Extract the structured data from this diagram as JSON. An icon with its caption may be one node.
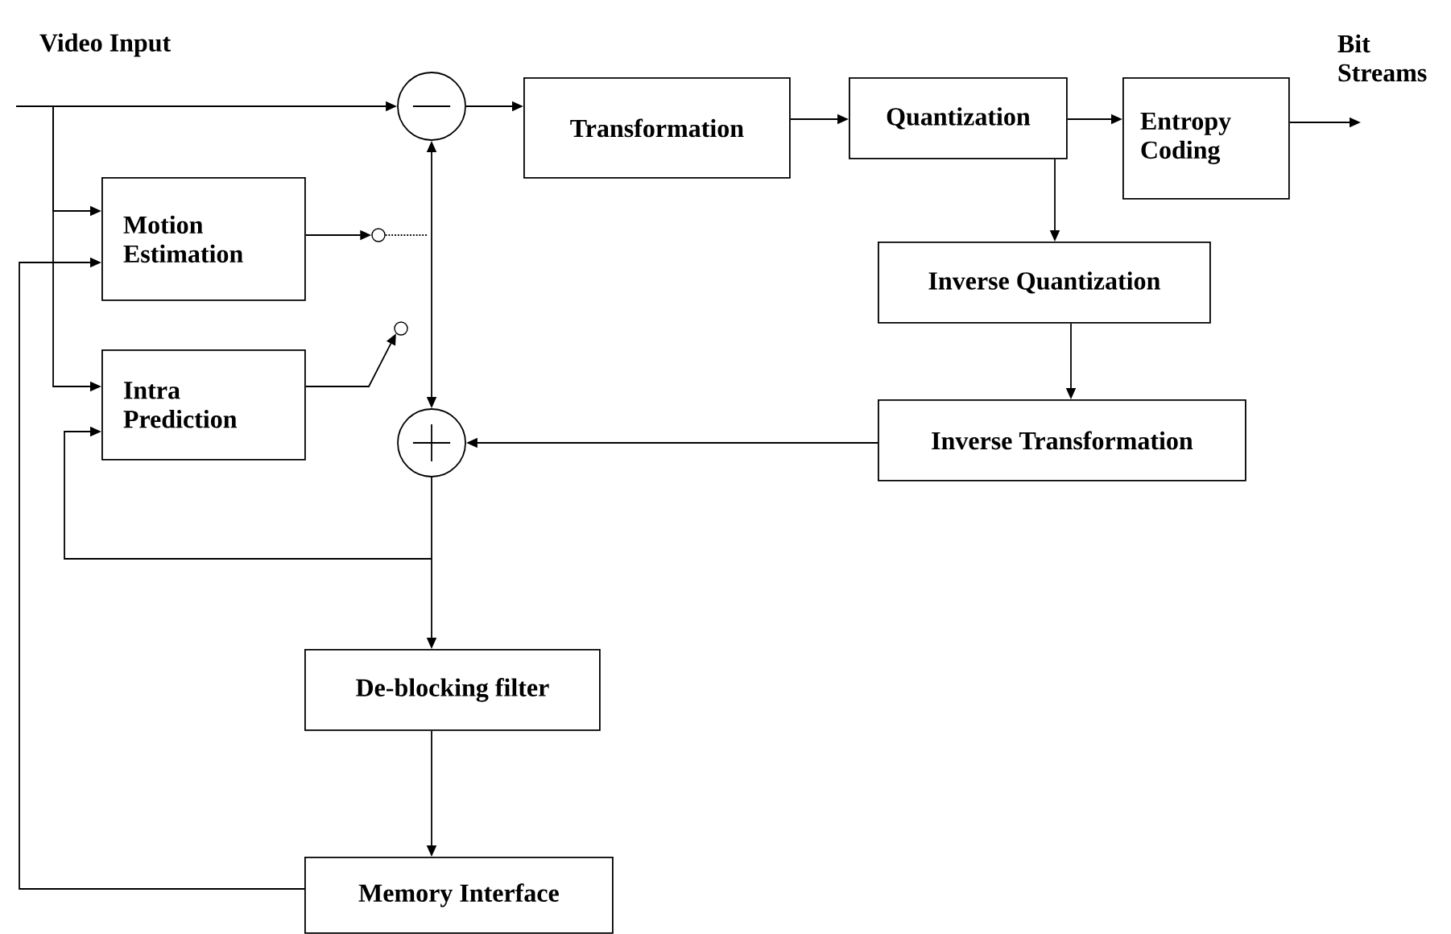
{
  "diagram": {
    "nodes": [
      {
        "text": [],
        "shape": "circle"
      },
      {
        "text": [
          "Transformation"
        ]
      },
      {
        "text": [
          "Quantization"
        ]
      },
      {
        "text": [
          "Entropy Coding"
        ]
      },
      {
        "text": [
          "Motion Estimation"
        ]
      },
      {
        "text": [
          "Intra Prediction"
        ]
      },
      {
        "text": [
          "Inverse Quantization"
        ]
      },
      {
        "text": [
          "Inverse Transformation"
        ]
      },
      {
        "text": [],
        "shape": "circle"
      },
      {
        "text": [
          "De-blocking filter"
        ]
      },
      {
        "text": [
          "Memory Interface"
        ]
      },
      {
        "text": [],
        "shape": "circle"
      },
      {
        "text": [],
        "shape": "circle"
      }
    ],
    "edges": [
      {
        "from": null,
        "to": 0,
        "arrow": "to"
      },
      {
        "from": null,
        "to": 4,
        "arrow": "to"
      },
      {
        "from": null,
        "to": 5,
        "arrow": "to"
      },
      {
        "from": 0,
        "to": 1,
        "arrow": "to"
      },
      {
        "from": 1,
        "to": 2,
        "arrow": "to"
      },
      {
        "from": 2,
        "to": 3,
        "arrow": "to"
      },
      {
        "from": 3,
        "to": null,
        "arrow": "to"
      },
      {
        "from": 2,
        "to": 6,
        "arrow": "to"
      },
      {
        "from": 6,
        "to": 7,
        "arrow": "to"
      },
      {
        "from": 7,
        "to": 8,
        "arrow": "to"
      },
      {
        "from": 4,
        "to": 11,
        "arrow": "to"
      },
      {
        "from": 5,
        "to": 12,
        "arrow": "to"
      },
      {
        "from": 11,
        "to": null,
        "arrow": "none",
        "style": "dashed"
      },
      {
        "from": 0,
        "to": 8,
        "arrow": "both"
      },
      {
        "from": 8,
        "to": 9,
        "arrow": "to"
      },
      {
        "from": 9,
        "to": 10,
        "arrow": "to"
      },
      {
        "from": 8,
        "to": 5,
        "arrow": "to"
      },
      {
        "from": 10,
        "to": 4,
        "arrow": "to"
      }
    ],
    "labels": [
      "Video Input",
      "Bit Streams"
    ]
  }
}
